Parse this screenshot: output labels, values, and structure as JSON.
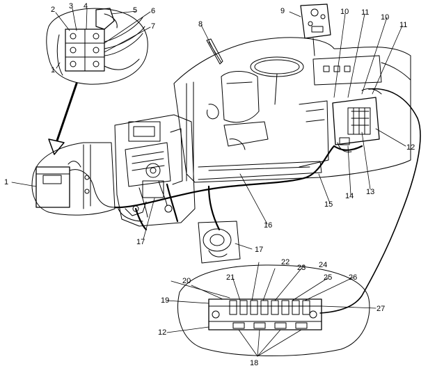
{
  "diagram": {
    "kind": "exploded line drawing of tractor cab electrical wiring with fuse/relay blocks",
    "callouts": [
      {
        "id": "c1a",
        "text": "1"
      },
      {
        "id": "c1b",
        "text": "1"
      },
      {
        "id": "c2",
        "text": "2"
      },
      {
        "id": "c3",
        "text": "3"
      },
      {
        "id": "c4",
        "text": "4"
      },
      {
        "id": "c5",
        "text": "5"
      },
      {
        "id": "c6",
        "text": "6"
      },
      {
        "id": "c7",
        "text": "7"
      },
      {
        "id": "c8",
        "text": "8"
      },
      {
        "id": "c9",
        "text": "9"
      },
      {
        "id": "c10a",
        "text": "10"
      },
      {
        "id": "c10b",
        "text": "10"
      },
      {
        "id": "c11a",
        "text": "11"
      },
      {
        "id": "c11b",
        "text": "11"
      },
      {
        "id": "c12a",
        "text": "12"
      },
      {
        "id": "c12b",
        "text": "12"
      },
      {
        "id": "c13",
        "text": "13"
      },
      {
        "id": "c14",
        "text": "14"
      },
      {
        "id": "c15",
        "text": "15"
      },
      {
        "id": "c16",
        "text": "16"
      },
      {
        "id": "c17a",
        "text": "17"
      },
      {
        "id": "c17b",
        "text": "17"
      },
      {
        "id": "c18",
        "text": "18"
      },
      {
        "id": "c19",
        "text": "19"
      },
      {
        "id": "c20",
        "text": "20"
      },
      {
        "id": "c21",
        "text": "21"
      },
      {
        "id": "c22",
        "text": "22"
      },
      {
        "id": "c23",
        "text": "23"
      },
      {
        "id": "c24",
        "text": "24"
      },
      {
        "id": "c25",
        "text": "25"
      },
      {
        "id": "c26",
        "text": "26"
      },
      {
        "id": "c27",
        "text": "27"
      }
    ]
  }
}
